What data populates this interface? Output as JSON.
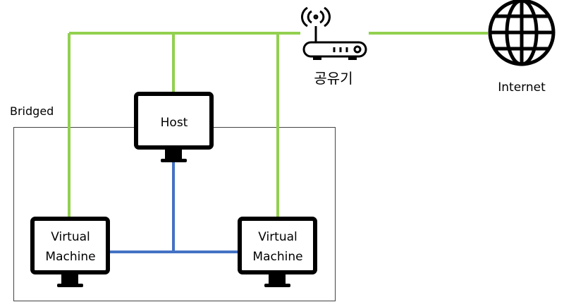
{
  "labels": {
    "bridged": "Bridged",
    "host": "Host",
    "vm_left_line1": "Virtual",
    "vm_left_line2": "Machine",
    "vm_right_line1": "Virtual",
    "vm_right_line2": "Machine",
    "router": "공유기",
    "internet": "Internet"
  },
  "colors": {
    "bridge_link": "#92d050",
    "host_link": "#4472c4",
    "outline": "#000000"
  },
  "icons": {
    "router": "wifi-router-icon",
    "internet": "globe-icon",
    "computer": "monitor-icon"
  }
}
